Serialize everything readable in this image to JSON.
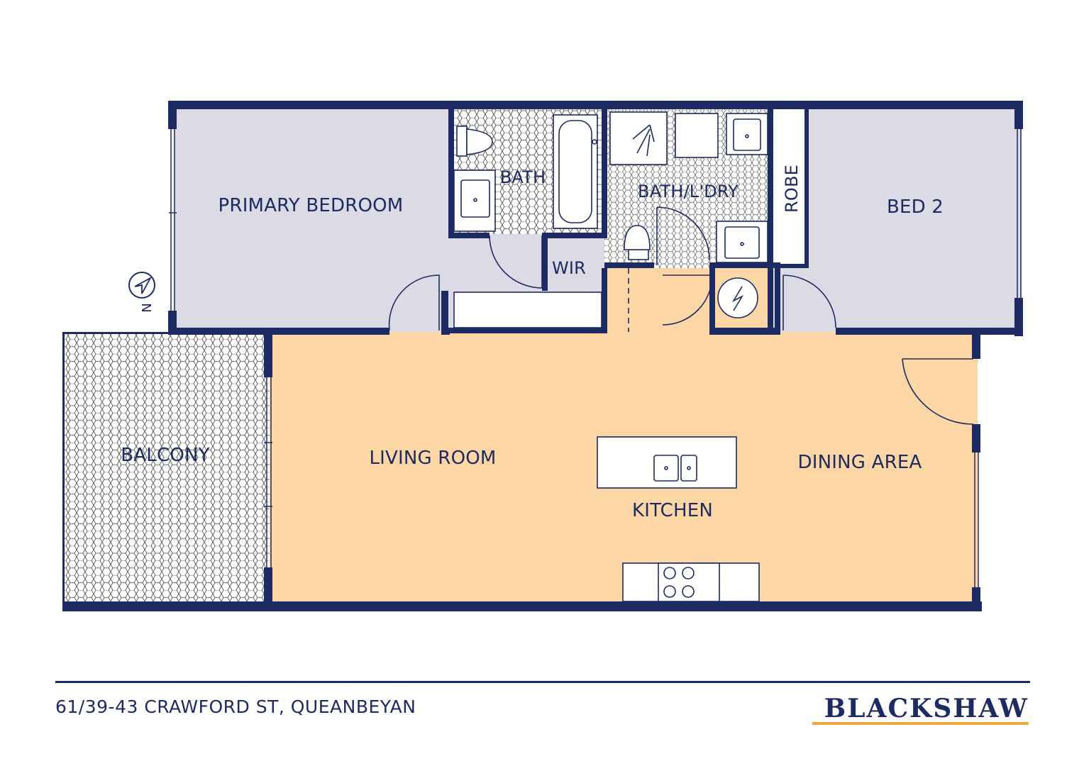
{
  "rooms": {
    "primary_bedroom": "PRIMARY BEDROOM",
    "bath": "BATH",
    "bath_laundry": "BATH/L'DRY",
    "robe": "ROBE",
    "bed2": "BED 2",
    "wir": "WIR",
    "balcony": "BALCONY",
    "living_room": "LIVING ROOM",
    "kitchen": "KITCHEN",
    "dining_area": "DINING AREA"
  },
  "compass": {
    "label": "N",
    "icon": "north-arrow-icon"
  },
  "footer": {
    "address": "61/39-43 CRAWFORD ST, QUEANBEYAN",
    "brand": "BLACKSHAW"
  },
  "colors": {
    "wall": "#1e2a62",
    "bedroom_fill": "#dcdae4",
    "living_fill": "#fcd6a4",
    "tile_fill": "#ffffff",
    "brand_accent": "#f0a940"
  }
}
